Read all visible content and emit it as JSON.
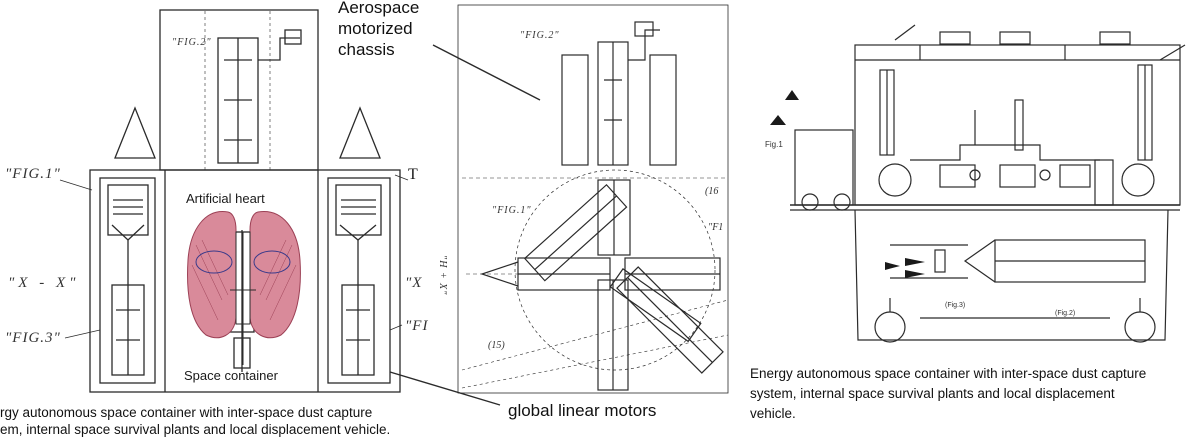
{
  "left_panel": {
    "fig1_label": "\"FIG.1\"",
    "fig2_label": "\"FIG.2\"",
    "fig3_label": "\"FIG.3\"",
    "section_left_label": "\"X - X\"",
    "section_right_label": "\"X",
    "right_fig_partial": "\"FI",
    "t_label": "T",
    "artificial_heart_label": "Artificial heart",
    "space_container_label": "Space container",
    "caption_line1": "rgy autonomous space container with inter-space dust capture",
    "caption_line2": "em, internal space survival plants and local displacement vehicle."
  },
  "middle_panel": {
    "aerospace_label_line1": "Aerospace",
    "aerospace_label_line2": "motorized",
    "aerospace_label_line3": "chassis",
    "fig2_label": "\"FIG.2\"",
    "fig1_label": "\"FIG.1\"",
    "ref_15": "(15)",
    "ref_16": "(16",
    "ref_f1": "\"F1",
    "rotated_label": "\"H + X\"",
    "global_motors_label": "global linear motors"
  },
  "right_panel": {
    "fig1_label": "Fig.1",
    "fig2_label": "(Fig.2)",
    "fig3_label": "(Fig.3)",
    "caption_line1": "Energy autonomous space container with inter-space dust capture",
    "caption_line2": "system, internal space survival plants and local displacement",
    "caption_line3": "vehicle."
  },
  "colors": {
    "line": "#2b2b2b",
    "lung_fill": "#d98a9a",
    "lung_stroke": "#9c4055"
  }
}
